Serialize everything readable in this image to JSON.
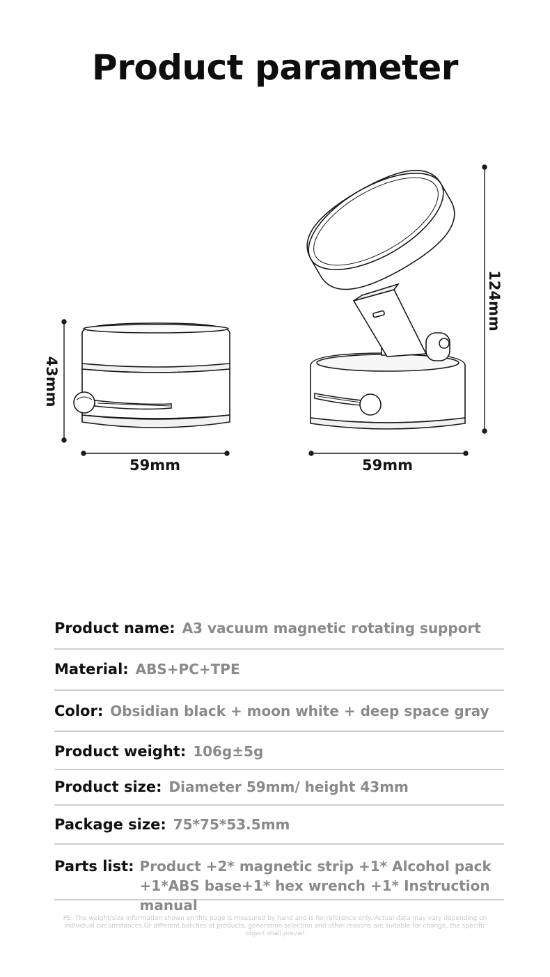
{
  "title": "Product parameter",
  "dimensions": {
    "left_width": "59mm",
    "left_height": "43mm",
    "right_width": "59mm",
    "right_height": "124mm"
  },
  "specs": [
    {
      "label": "Product name:",
      "value": "A3 vacuum magnetic rotating support"
    },
    {
      "label": "Material:",
      "value": "ABS+PC+TPE"
    },
    {
      "label": "Color:",
      "value": "Obsidian black + moon white + deep space gray"
    },
    {
      "label": "Product weight:",
      "value": "106g±5g"
    },
    {
      "label": "Product size:",
      "value": "Diameter 59mm/ height 43mm"
    },
    {
      "label": "Package size:",
      "value": "75*75*53.5mm"
    },
    {
      "label": "Parts list:",
      "value": "Product +2* magnetic strip +1* Alcohol pack +1*ABS base+1* hex wrench +1* Instruction manual"
    }
  ],
  "disclaimer": "PS: The weight/size information shown on this page is measured by hand and is for reference only. Actual data may vary depending on individual circumstances,Or different batches of products, generation selection and other reasons are suitable for change, the specific object shall prevail"
}
